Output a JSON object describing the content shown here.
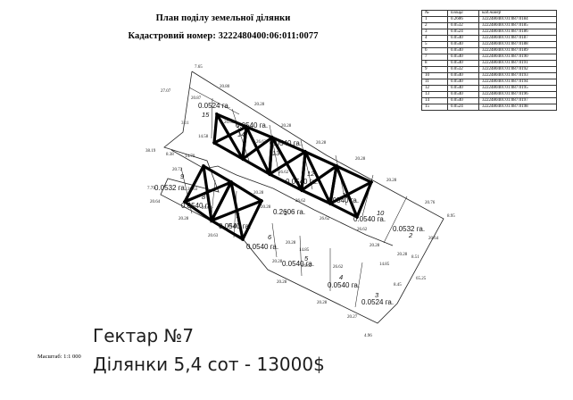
{
  "header": {
    "title": "План поділу земельної ділянки",
    "cadastral": "Кадастровий номер: 3222480400:06:011:0077"
  },
  "table": {
    "headers": [
      "№",
      "площа",
      "кад.номер"
    ],
    "rows": [
      [
        "1",
        "0.2606",
        "3222480401:01:087:0184"
      ],
      [
        "2",
        "0.0532",
        "3222480401:01:087:0185"
      ],
      [
        "3",
        "0.0524",
        "3222480401:01:087:0186"
      ],
      [
        "4",
        "0.0540",
        "3222480401:01:087:0187"
      ],
      [
        "5",
        "0.0540",
        "3222480401:01:087:0188"
      ],
      [
        "6",
        "0.0540",
        "3222480401:01:087:0189"
      ],
      [
        "7",
        "0.0540",
        "3222480401:01:087:0190"
      ],
      [
        "8",
        "0.0540",
        "3222480401:01:087:0191"
      ],
      [
        "9",
        "0.0532",
        "3222480401:01:087:0192"
      ],
      [
        "10",
        "0.0540",
        "3222480401:01:087:0193"
      ],
      [
        "11",
        "0.0540",
        "3222480401:01:087:0194"
      ],
      [
        "12",
        "0.0540",
        "3222480401:01:087:0195"
      ],
      [
        "13",
        "0.0540",
        "3222480401:01:087:0196"
      ],
      [
        "14",
        "0.0540",
        "3222480401:01:087:0197"
      ],
      [
        "15",
        "0.0524",
        "3222480401:01:087:0198"
      ]
    ]
  },
  "plots": [
    {
      "num": "1",
      "area": "0.2606 га."
    },
    {
      "num": "2",
      "area": "0.0532 га."
    },
    {
      "num": "3",
      "area": "0.0524 га."
    },
    {
      "num": "4",
      "area": "0.0540 га."
    },
    {
      "num": "5",
      "area": "0.0540 га."
    },
    {
      "num": "6",
      "area": "0.0540 га."
    },
    {
      "num": "7",
      "area": "0.0540 га."
    },
    {
      "num": "8",
      "area": "0.0540 га."
    },
    {
      "num": "9",
      "area": "0.0532 га."
    },
    {
      "num": "10",
      "area": "0.0540 га."
    },
    {
      "num": "11",
      "area": "0.0540 га."
    },
    {
      "num": "12",
      "area": "0.0540 га."
    },
    {
      "num": "13",
      "area": "0.0540 га."
    },
    {
      "num": "14",
      "area": "0.0540 га."
    },
    {
      "num": "15",
      "area": "0.0524 га."
    }
  ],
  "dimensions": [
    "7.65",
    "27.07",
    "20.87",
    "20.80",
    "20.28",
    "3.11",
    "20.63",
    "20.28",
    "14.58",
    "26.63",
    "20.28",
    "14.70",
    "38.19",
    "8.38",
    "20.72",
    "26.63",
    "7.79",
    "20.64",
    "26.63",
    "20.28",
    "20.63",
    "20.28",
    "20.28",
    "26.62",
    "20.28",
    "20.28",
    "20.28",
    "26.62",
    "20.28",
    "20.76",
    "8.95",
    "26.62",
    "20.28",
    "20.64",
    "20.28",
    "26.62",
    "14.85",
    "8.51",
    "20.28",
    "26.62",
    "8.45",
    "65.25",
    "20.28",
    "20.27",
    "4.96",
    "14.85",
    "20.28",
    "26.62"
  ],
  "scale_label": "Масштаб: 1:1 000",
  "caption": {
    "line1": "Гектар №7",
    "line2": "Ділянки 5,4 сот - 13000$"
  }
}
